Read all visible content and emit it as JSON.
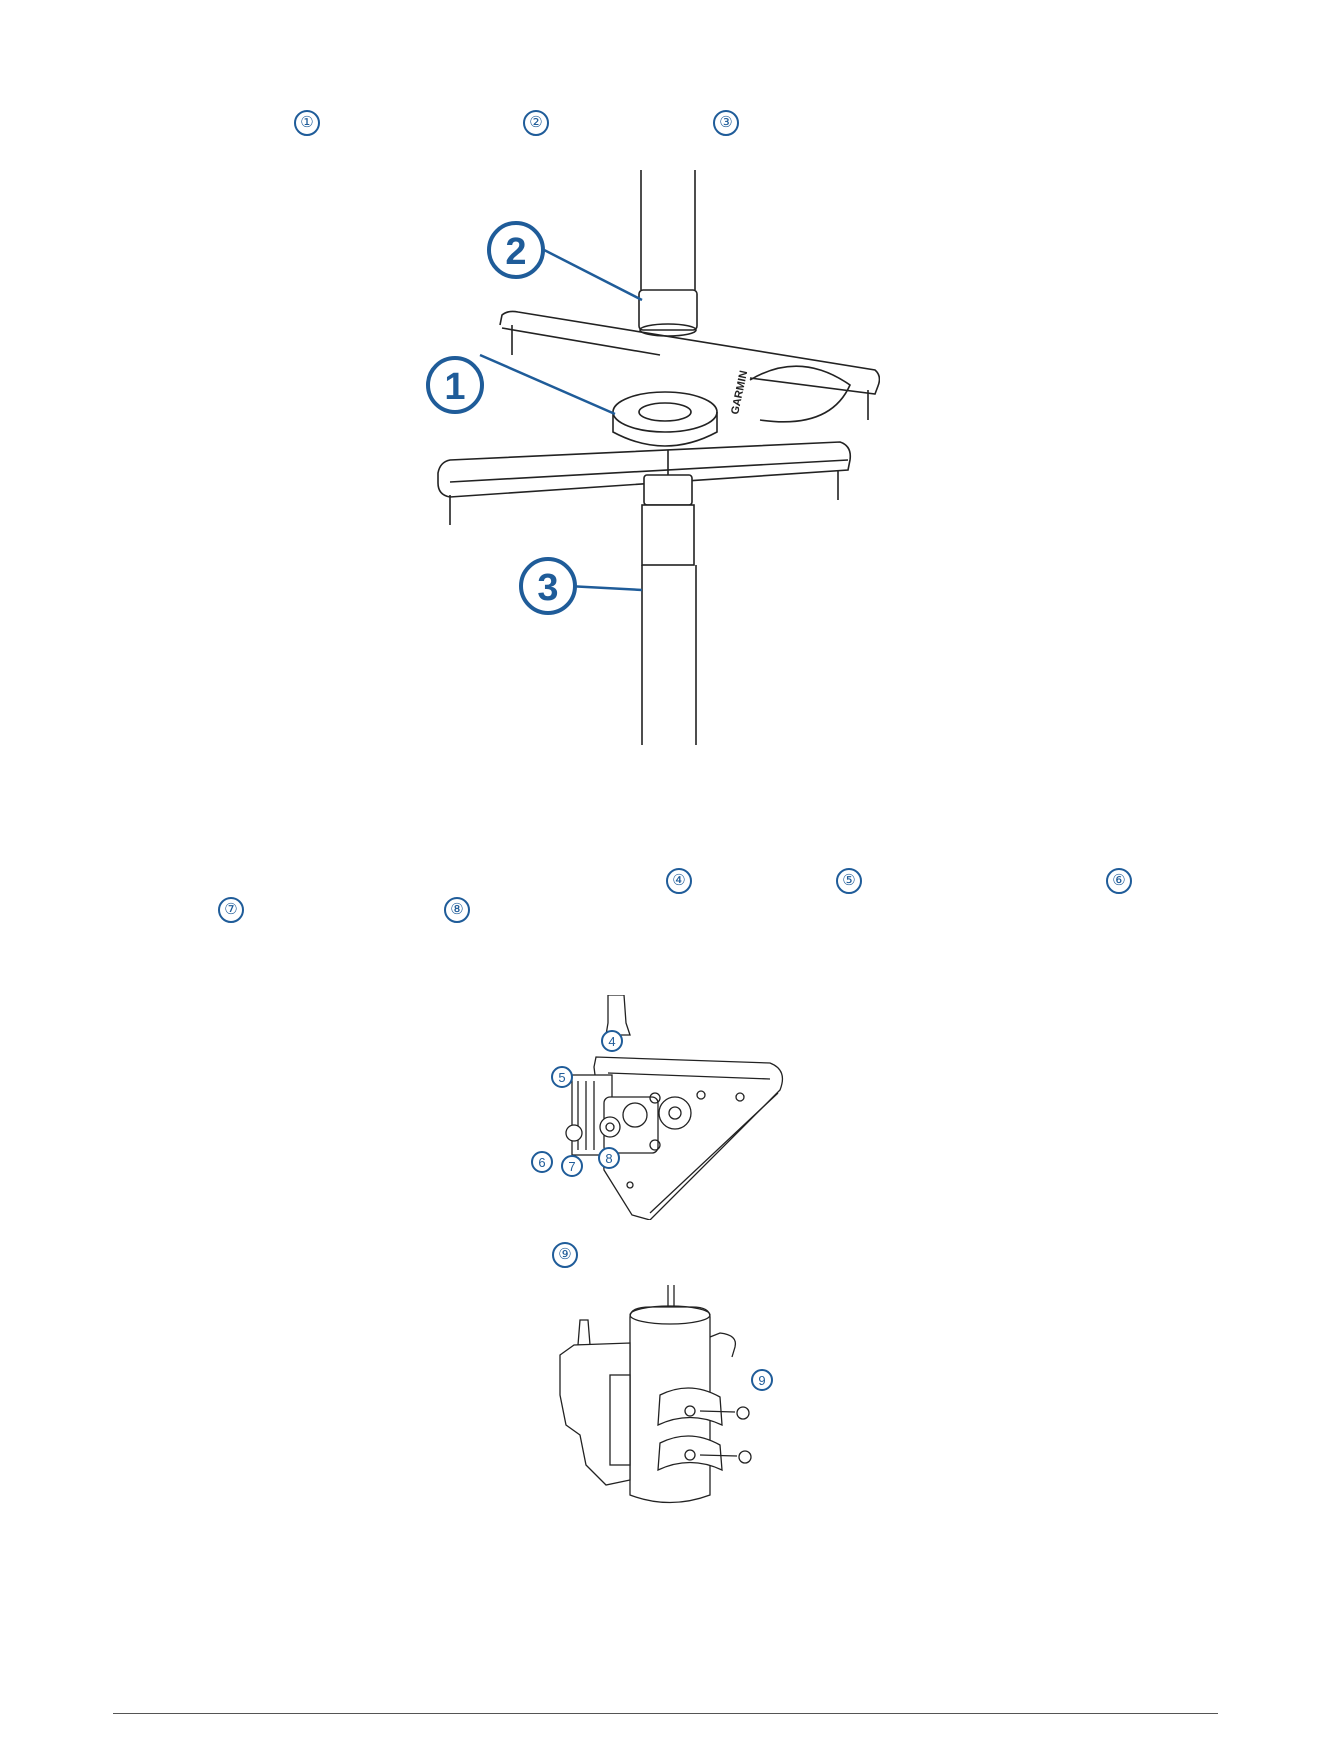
{
  "step_one": {
    "callouts": [
      "①",
      "②",
      "③"
    ]
  },
  "figure_one": {
    "callouts": [
      "1",
      "2",
      "3"
    ],
    "brand_mark": "GARMIN"
  },
  "step_two": {
    "callouts_line1": [
      "④",
      "⑤",
      "⑥"
    ],
    "callouts_line2": [
      "⑦",
      "⑧"
    ]
  },
  "figure_two": {
    "callouts": [
      "4",
      "5",
      "6",
      "7",
      "8"
    ]
  },
  "step_three": {
    "callouts": [
      "⑨"
    ]
  },
  "figure_three": {
    "callouts": [
      "9"
    ]
  },
  "colors": {
    "callout": "#1f5c99",
    "line_art": "#222222"
  }
}
